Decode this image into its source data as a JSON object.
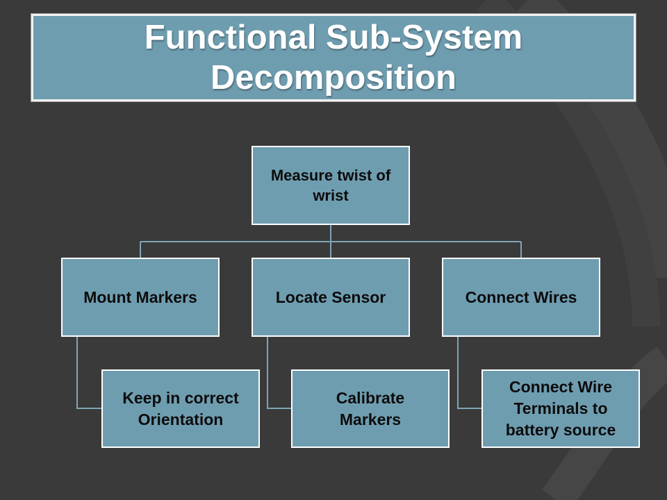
{
  "slide": {
    "title": "Functional Sub-System Decomposition"
  },
  "colors": {
    "background": "#3a3a3a",
    "box_fill": "#6f9db0",
    "box_border": "#ffffff",
    "connector": "#7fa6b6",
    "title_text": "#ffffff"
  },
  "diagram": {
    "root": "Measure twist of wrist",
    "branches": [
      {
        "label": "Mount Markers",
        "child": "Keep in correct Orientation"
      },
      {
        "label": "Locate Sensor",
        "child": "Calibrate Markers"
      },
      {
        "label": "Connect Wires",
        "child": "Connect Wire Terminals to battery source"
      }
    ]
  }
}
